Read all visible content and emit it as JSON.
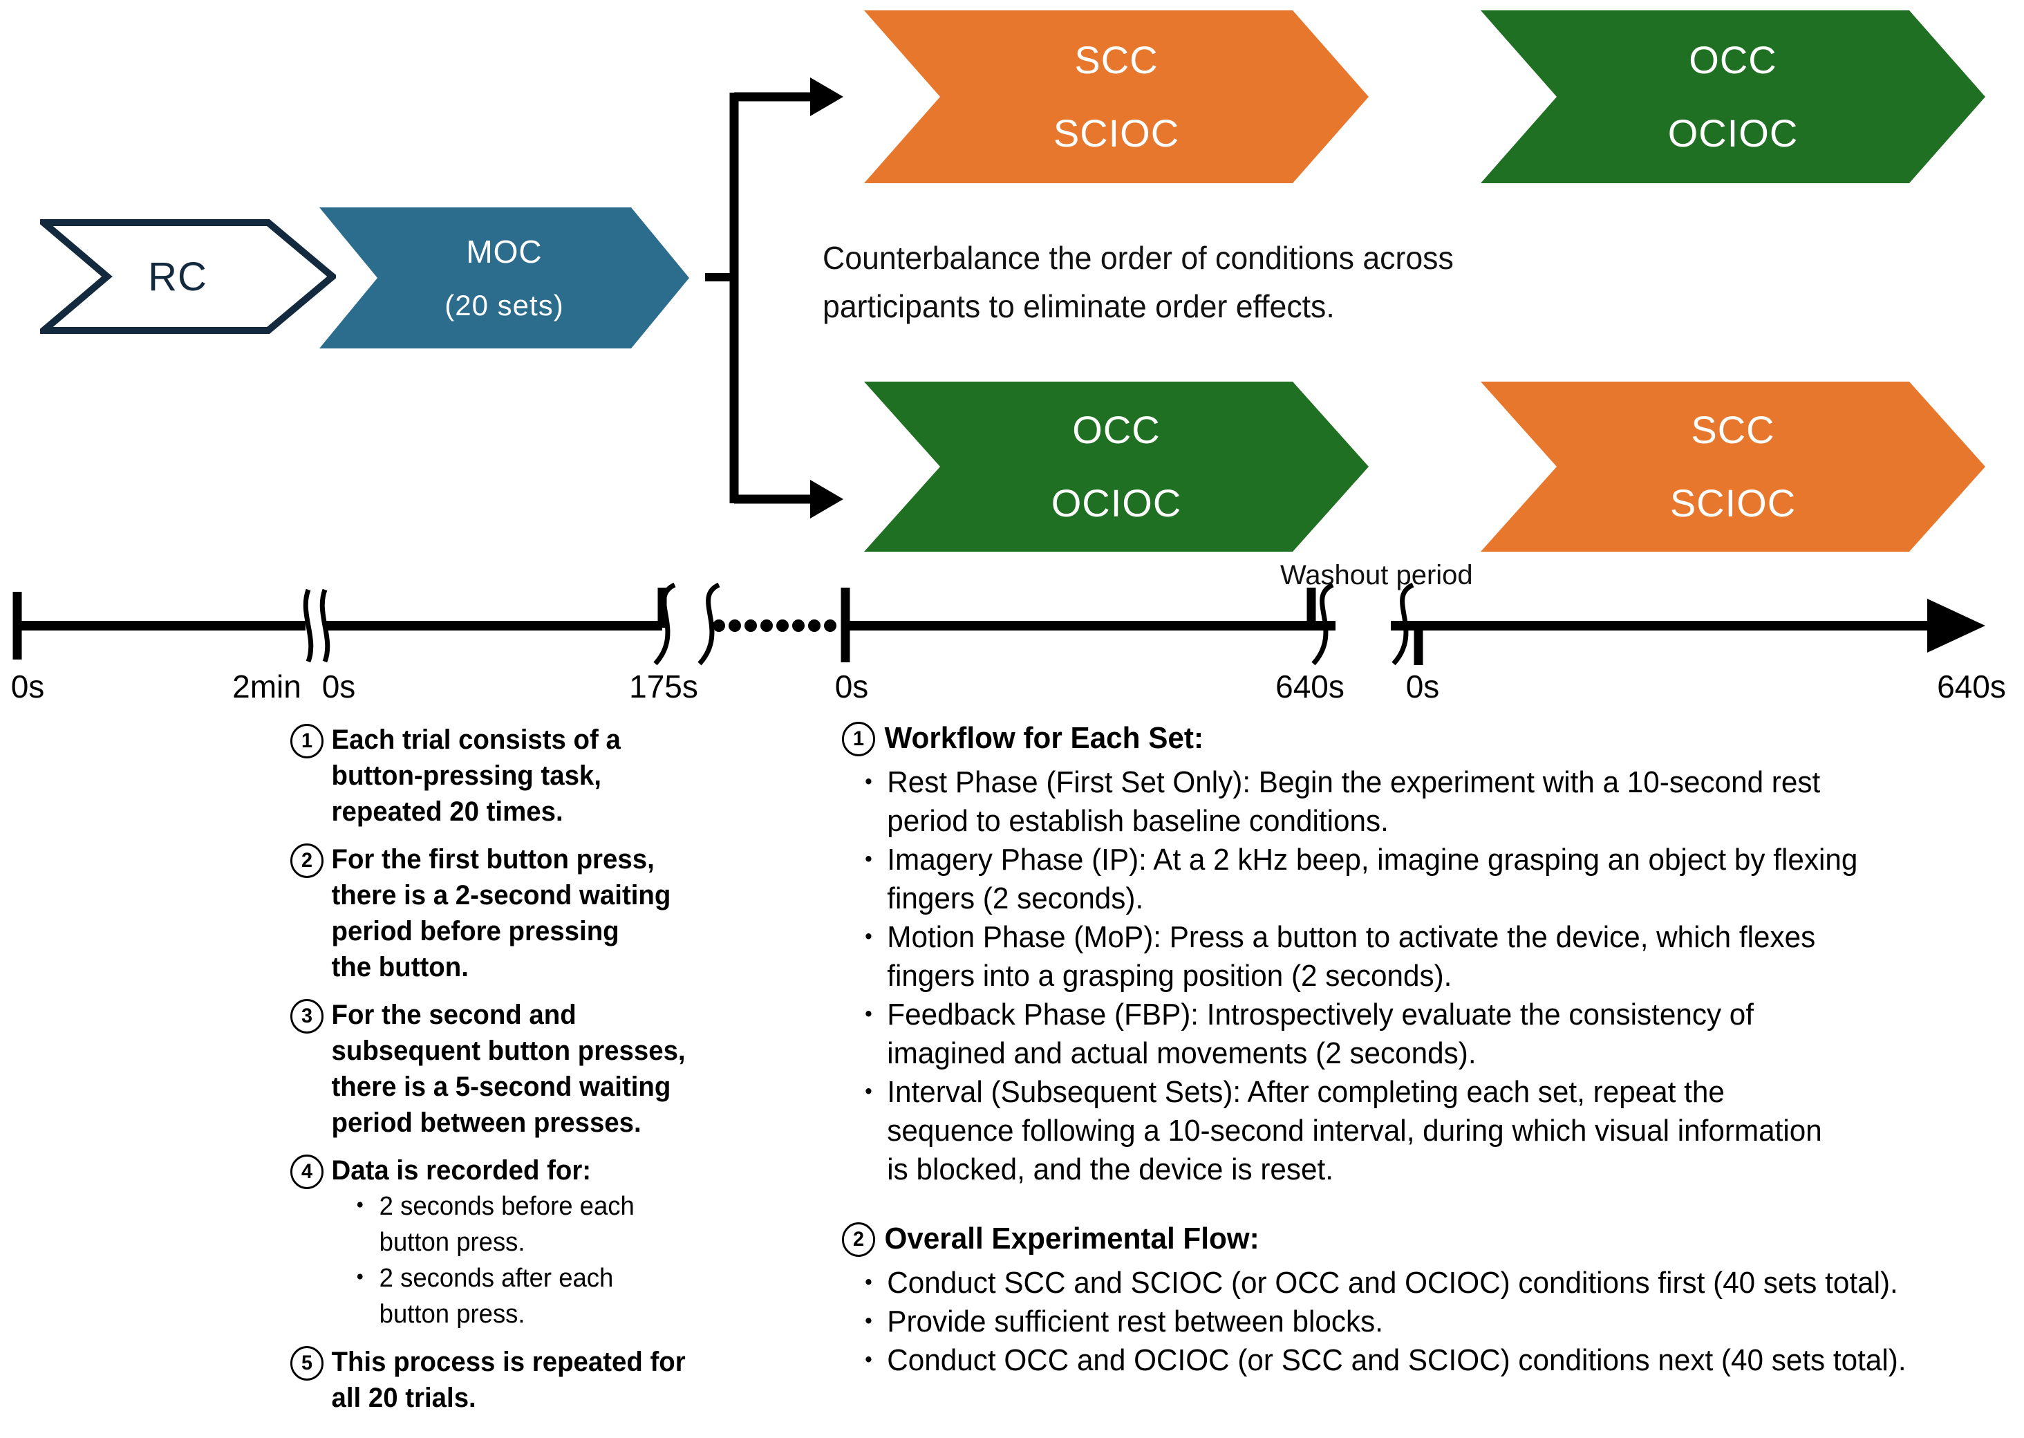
{
  "ui": {
    "bullet": "・"
  },
  "colors": {
    "orange": "#E8772E",
    "green": "#1F7022",
    "teal": "#2C6C8C",
    "navy": "#132A3E",
    "line": "#000000",
    "rc_fill": "#FFFFFF"
  },
  "arrows": {
    "rc": {
      "label": "RC"
    },
    "moc": {
      "line1": "MOC",
      "line2": "(20 sets)"
    },
    "top_first": {
      "line1": "SCC",
      "line2": "SCIOC"
    },
    "top_second": {
      "line1": "OCC",
      "line2": "OCIOC"
    },
    "bottom_first": {
      "line1": "OCC",
      "line2": "OCIOC"
    },
    "bottom_second": {
      "line1": "SCC",
      "line2": "SCIOC"
    }
  },
  "counterbalance_note": "Counterbalance the order of conditions across\nparticipants to eliminate order effects.",
  "timeline": {
    "washout_label": "Washout period",
    "labels": [
      {
        "text": "0s"
      },
      {
        "text": "2min"
      },
      {
        "text": "0s"
      },
      {
        "text": "175s"
      },
      {
        "text": "0s"
      },
      {
        "text": "640s"
      },
      {
        "text": "0s"
      },
      {
        "text": "640s"
      }
    ]
  },
  "left_notes": [
    {
      "num": "1",
      "text": "Each trial consists of a\nbutton-pressing task,\nrepeated 20 times."
    },
    {
      "num": "2",
      "text": "For the first button press,\nthere is a 2-second waiting\nperiod before pressing\nthe button."
    },
    {
      "num": "3",
      "text": "For the second and\nsubsequent button presses,\nthere is a 5-second waiting\nperiod between presses."
    },
    {
      "num": "4",
      "text": "Data is recorded for:",
      "bullets": [
        "2 seconds before each\nbutton press.",
        "2 seconds after each\nbutton press."
      ]
    },
    {
      "num": "5",
      "text": "This process is repeated for\nall 20 trials."
    }
  ],
  "right_notes": [
    {
      "num": "1",
      "heading": "Workflow for Each Set:",
      "bullets": [
        "Rest Phase (First Set Only): Begin the experiment with a 10-second rest\nperiod to establish baseline conditions.",
        "Imagery Phase (IP): At a 2 kHz beep, imagine grasping an object by flexing\nfingers (2 seconds).",
        "Motion Phase (MoP): Press a button to activate the device, which flexes\nfingers into a grasping position (2 seconds).",
        "Feedback Phase (FBP): Introspectively evaluate the consistency of\nimagined and actual movements (2 seconds).",
        "Interval (Subsequent Sets): After completing each set, repeat the\nsequence following a 10-second interval, during which visual information\nis blocked, and the device is reset."
      ]
    },
    {
      "num": "2",
      "heading": "Overall Experimental Flow:",
      "bullets": [
        "Conduct SCC and SCIOC (or OCC and OCIOC) conditions first (40 sets total).",
        "Provide sufficient rest between blocks.",
        "Conduct OCC and OCIOC (or SCC and SCIOC) conditions next (40 sets total)."
      ]
    }
  ]
}
